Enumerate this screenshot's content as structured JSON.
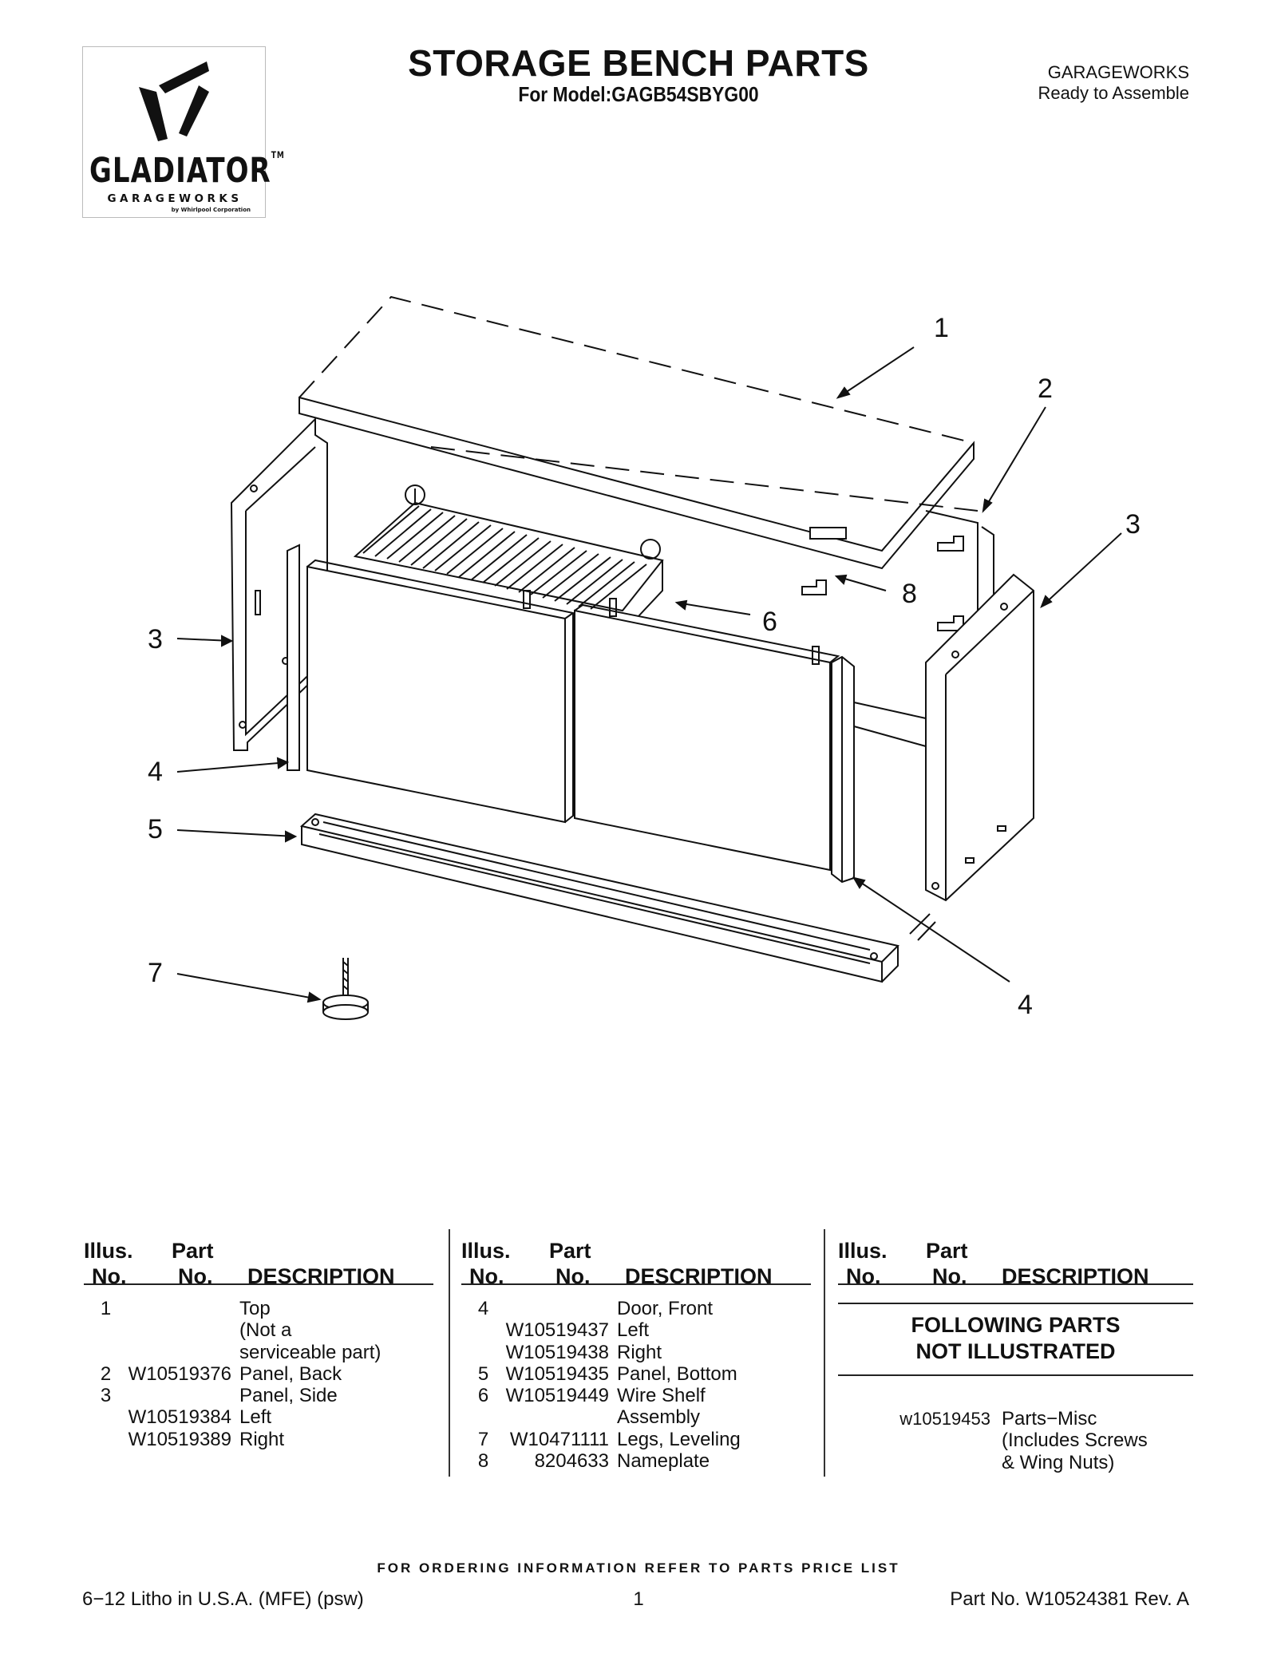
{
  "logo": {
    "word": "GLADIATOR",
    "tm": "TM",
    "sub": "GARAGEWORKS",
    "by": "by Whirlpool Corporation"
  },
  "header": {
    "title": "STORAGE BENCH PARTS",
    "subtitle": "For Model:GAGB54SBYG00",
    "brand": "GARAGEWORKS",
    "brand_sub": "Ready to Assemble"
  },
  "callouts": [
    "1",
    "2",
    "3",
    "3",
    "4",
    "5",
    "6",
    "8",
    "7",
    "4"
  ],
  "table_headers": {
    "illus": "Illus.",
    "no": "No.",
    "part": "Part",
    "description": "DESCRIPTION"
  },
  "table_col1": [
    {
      "no": "1",
      "part": "",
      "desc": "Top"
    },
    {
      "no": "",
      "part": "",
      "desc": "(Not a"
    },
    {
      "no": "",
      "part": "",
      "desc": "serviceable part)"
    },
    {
      "no": "2",
      "part": "W10519376",
      "desc": "Panel, Back"
    },
    {
      "no": "3",
      "part": "",
      "desc": "Panel, Side"
    },
    {
      "no": "",
      "part": "W10519384",
      "desc": "Left"
    },
    {
      "no": "",
      "part": "W10519389",
      "desc": "Right"
    }
  ],
  "table_col2": [
    {
      "no": "4",
      "part": "",
      "desc": "Door, Front"
    },
    {
      "no": "",
      "part": "W10519437",
      "desc": "Left"
    },
    {
      "no": "",
      "part": "W10519438",
      "desc": "Right"
    },
    {
      "no": "5",
      "part": "W10519435",
      "desc": "Panel, Bottom"
    },
    {
      "no": "6",
      "part": "W10519449",
      "desc": "Wire Shelf"
    },
    {
      "no": "",
      "part": "",
      "desc": "Assembly"
    },
    {
      "no": "7",
      "part": "W10471111",
      "desc": "Legs, Leveling"
    },
    {
      "no": "8",
      "part": "8204633",
      "desc": "Nameplate"
    }
  ],
  "not_illustrated": {
    "line1": "FOLLOWING PARTS",
    "line2": "NOT ILLUSTRATED",
    "items": [
      {
        "part": "w10519453",
        "desc": "Parts−Misc"
      },
      {
        "part": "",
        "desc": "(Includes Screws"
      },
      {
        "part": "",
        "desc": "& Wing Nuts)"
      }
    ]
  },
  "footer": {
    "note": "FOR ORDERING INFORMATION REFER TO PARTS PRICE LIST",
    "left": "6−12 Litho in U.S.A. (MFE) (psw)",
    "page": "1",
    "right": "Part No. W10524381 Rev. A"
  }
}
